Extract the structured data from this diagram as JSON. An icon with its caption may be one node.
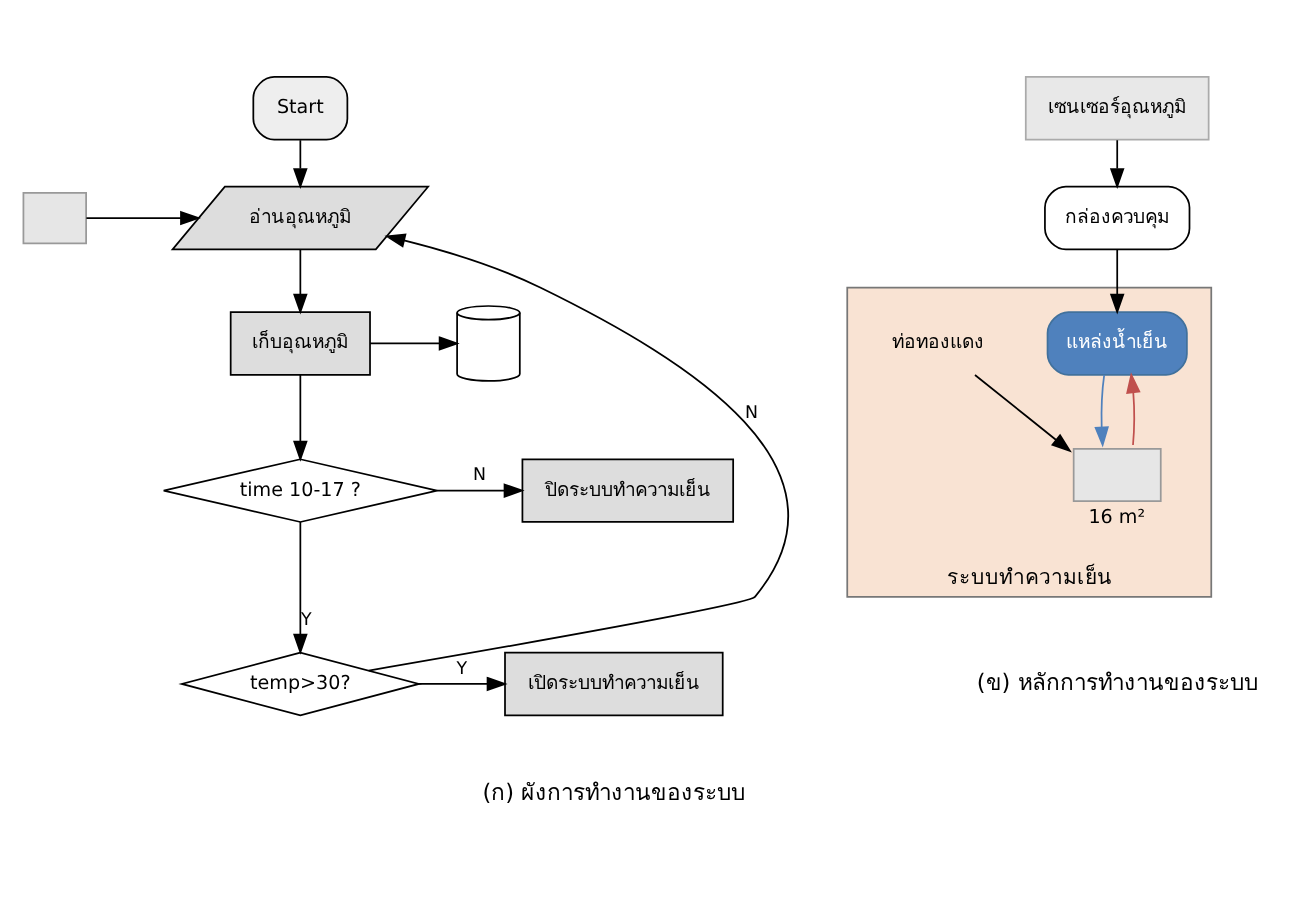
{
  "diagram": {
    "nodes": [
      {
        "text": [
          "Start"
        ]
      },
      {
        "text": [],
        "shape": "box"
      },
      {
        "text": [
          "อ่านอุณหภูมิ"
        ]
      },
      {
        "text": [
          "เก็บอุณหภูมิ"
        ]
      },
      {
        "text": [],
        "shape": "cylinder"
      },
      {
        "text": [
          "time 10-17 ?"
        ]
      },
      {
        "text": [
          "ปิดระบบทำความเย็น"
        ]
      },
      {
        "text": [
          "temp>30?"
        ]
      },
      {
        "text": [
          "เปิดระบบทำความเย็น"
        ]
      },
      {
        "text": [
          "เซนเซอร์อุณหภูมิ"
        ]
      },
      {
        "text": [
          "กล่องควบคุม"
        ]
      },
      {
        "text": [
          "ระบบทำความเย็น"
        ]
      },
      {
        "text": [
          "แหล่งน้ำเย็น"
        ],
        "in": 11
      },
      {
        "text": [],
        "shape": "box",
        "in": 11,
        "beside": [
          "16 m²"
        ]
      },
      {
        "text": [
          "ท่อทองแดง"
        ],
        "in": 11
      }
    ],
    "edges": [
      {
        "from": 0,
        "to": 2,
        "arrow": "to"
      },
      {
        "from": 1,
        "to": 2,
        "arrow": "to"
      },
      {
        "from": 2,
        "to": 3,
        "arrow": "to"
      },
      {
        "from": 3,
        "to": 4,
        "arrow": "to"
      },
      {
        "from": 3,
        "to": 5,
        "arrow": "to"
      },
      {
        "from": 5,
        "to": 6,
        "arrow": "to",
        "label": "N"
      },
      {
        "from": 5,
        "to": 7,
        "arrow": "to",
        "label": "Y"
      },
      {
        "from": 7,
        "to": 8,
        "arrow": "to",
        "label": "Y"
      },
      {
        "from": 7,
        "to": 2,
        "arrow": "to",
        "label": "N"
      },
      {
        "from": 9,
        "to": 10,
        "arrow": "to"
      },
      {
        "from": 10,
        "to": 12,
        "arrow": "to"
      },
      {
        "from": 13,
        "to": 12,
        "arrow": "to",
        "color": "#c0504d"
      },
      {
        "from": 12,
        "to": 13,
        "arrow": "to",
        "color": "#4f81bd"
      },
      {
        "from": 14,
        "to": 13,
        "arrow": "to"
      }
    ],
    "labels": [
      "(ก) ผังการทำงานของระบบ",
      "(ข) หลักการทำงานของระบบ"
    ]
  }
}
